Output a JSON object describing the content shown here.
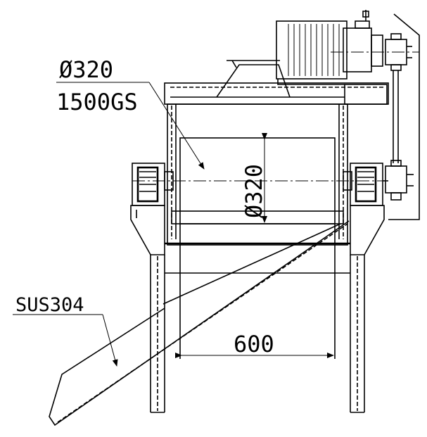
{
  "labels": {
    "roller_diameter": "Ø320",
    "roller_spec": "1500GS",
    "vertical_diameter": "Ø320",
    "material": "SUS304",
    "width": "600"
  }
}
